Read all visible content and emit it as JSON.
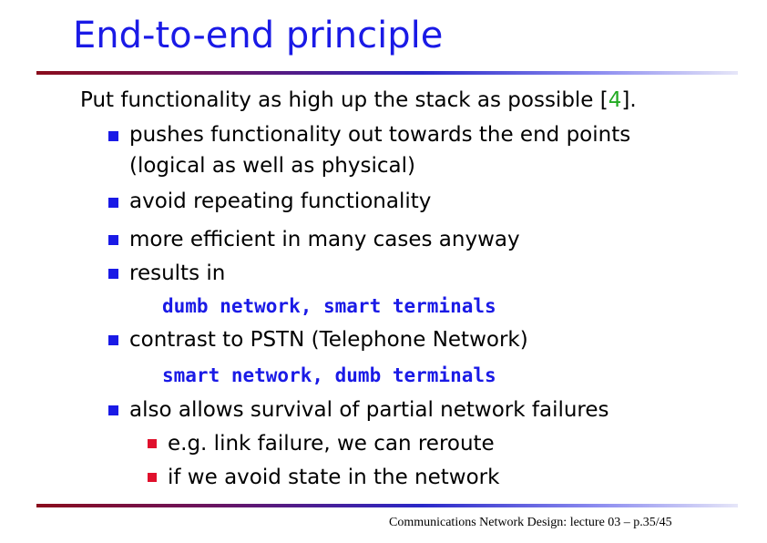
{
  "slide": {
    "title": "End-to-end principle",
    "lead": {
      "text": "Put functionality as high up the stack as possible [",
      "ref": "4",
      "suffix": "]."
    },
    "bullets": [
      {
        "line1": "pushes functionality out towards the end points",
        "line2": "(logical as well as physical)"
      },
      {
        "line1": "avoid repeating functionality"
      },
      {
        "line1": "more efficient in many cases anyway"
      },
      {
        "line1": "results in",
        "code": "dumb network, smart terminals"
      },
      {
        "line1": "contrast to PSTN (Telephone Network)",
        "code": "smart network, dumb terminals"
      },
      {
        "line1": "also allows survival of partial network failures"
      }
    ],
    "subbullets": [
      "e.g. link failure, we can reroute",
      "if we avoid state in the network"
    ]
  },
  "footer": {
    "text": "Communications Network Design: lecture 03 – p.35/45"
  },
  "colors": {
    "title": "#1a1ae6",
    "bullet": "#1a1ae6",
    "subbullet": "#e0102c",
    "reference": "#22aa22",
    "code": "#1a1ae6"
  }
}
